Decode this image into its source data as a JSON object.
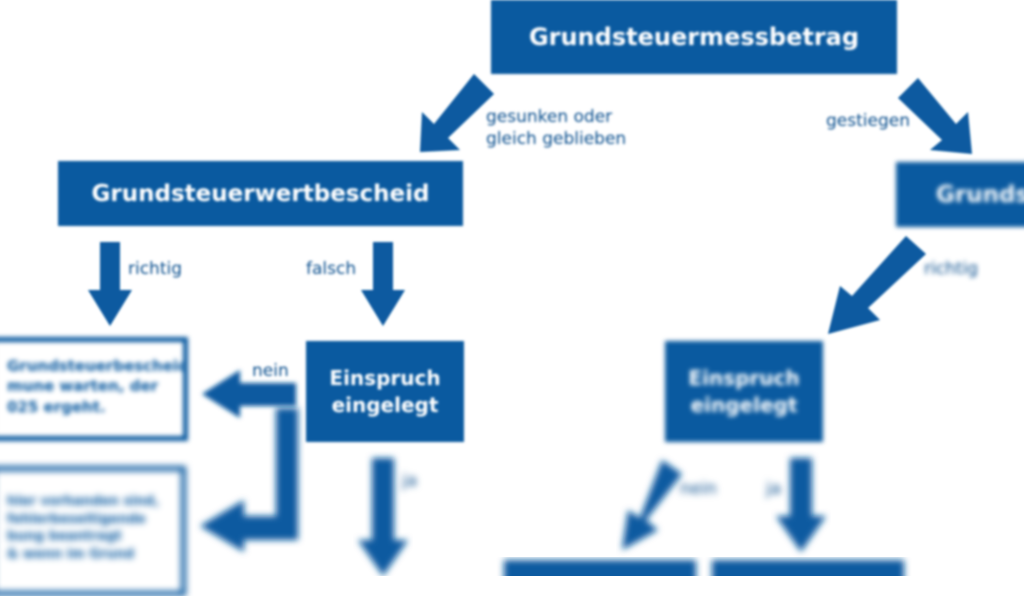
{
  "diagram": {
    "top_box": "Grundsteuermessbetrag",
    "left_branch_label": "gesunken oder\ngleich geblieben",
    "right_branch_label": "gestiegen",
    "left_box": "Grundsteuerwertbescheid",
    "right_box_partial": "Grunds",
    "left_richtig": "richtig",
    "left_falsch": "falsch",
    "nein_label": "nein",
    "einspruch_left": "Einspruch\neingelegt",
    "right_richtig": "richtig",
    "einspruch_right": "Einspruch\neingelegt",
    "ja_left": "ja",
    "nein_right": "nein",
    "ja_right": "ja",
    "info_box_text": "Grundsteuerbescheid\nmune warten, der\n025 ergeht.",
    "info_box2_text": "hler vorhanden sind,\nfehlerbeseitigende\nbung beantragt\n& wenn im Grund"
  },
  "colors": {
    "primary": "#0a5aa0",
    "label_text": "#0a4f8e",
    "background": "#ffffff"
  }
}
